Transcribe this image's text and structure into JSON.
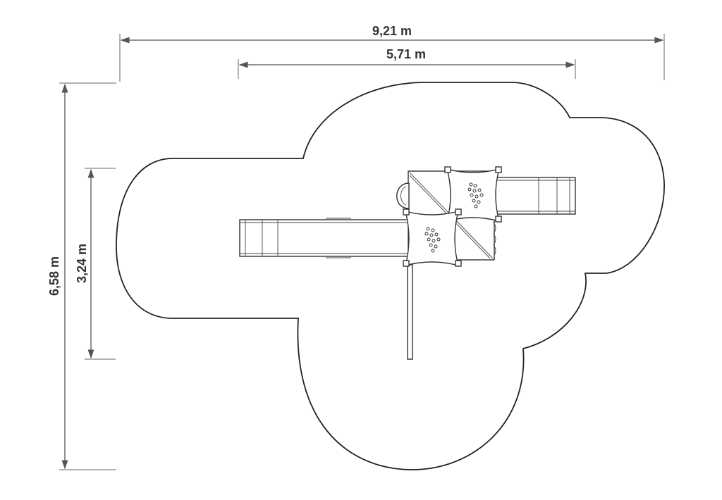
{
  "dimensions": {
    "overall_width": "9,21 m",
    "equipment_width": "5,71 m",
    "overall_depth": "6,58 m",
    "equipment_depth": "3,24 m"
  },
  "colors": {
    "line": "#222222",
    "dimension": "#555555",
    "text": "#333333",
    "background": "#ffffff"
  }
}
